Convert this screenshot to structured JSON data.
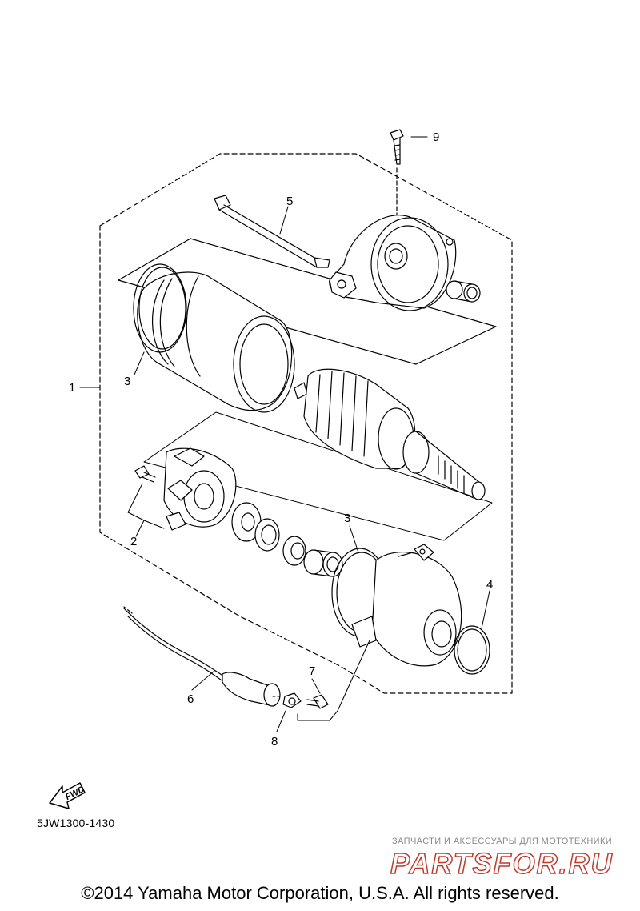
{
  "callouts": {
    "c1": "1",
    "c2": "2",
    "c3a": "3",
    "c3b": "3",
    "c4": "4",
    "c5": "5",
    "c6": "6",
    "c7": "7",
    "c8": "8",
    "c9": "9"
  },
  "fwd_label": "FWD",
  "part_code": "5JW1300-1430",
  "watermark": {
    "tagline": "ЗАПЧАСТИ И АКСЕССУАРЫ ДЛЯ МОТОТЕХНИКИ",
    "brand": "PARTSFOR.RU"
  },
  "copyright": "©2014 Yamaha Motor Corporation, U.S.A. All rights reserved.",
  "colors": {
    "line": "#000000",
    "watermark": "#c0392b",
    "background": "#ffffff"
  }
}
